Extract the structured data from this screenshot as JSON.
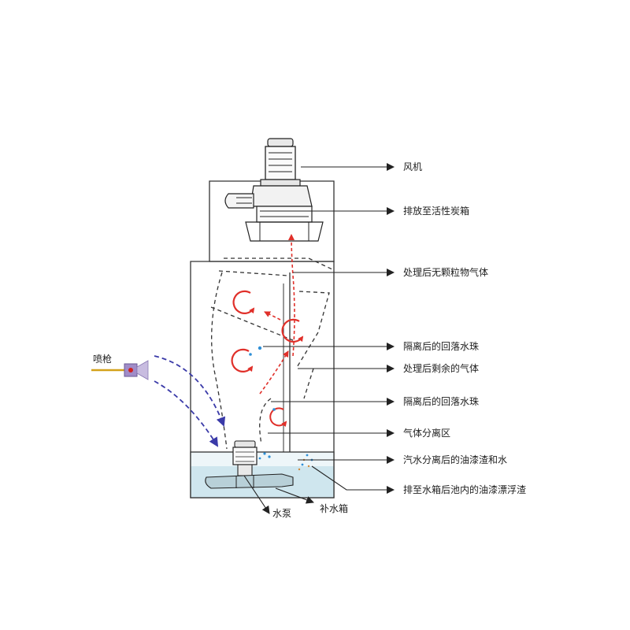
{
  "labels": {
    "fan": "风机",
    "exhaust_to_carbon_box": "排放至活性炭箱",
    "treated_gas_no_particles": "处理后无颗粒物气体",
    "separated_falling_water_1": "隔离后的回落水珠",
    "treated_remaining_gas": "处理后剩余的气体",
    "separated_falling_water_2": "隔离后的回落水珠",
    "gas_separation_zone": "气体分离区",
    "steam_water_separated_residue": "汽水分离后的油漆渣和水",
    "discharge_floating_residue": "排至水箱后池内的油漆漂浮渣",
    "spray_gun": "喷枪",
    "water_pump": "水泵",
    "makeup_water_tank": "补水箱"
  },
  "colors": {
    "outline": "#333333",
    "arrow": "#222222",
    "red_flow": "#e0302a",
    "blue_flow": "#3a3aa8",
    "water": "#cfe6ee",
    "spray_gun_body": "#a08cc8",
    "spray_gun_line": "#d4a21a"
  }
}
